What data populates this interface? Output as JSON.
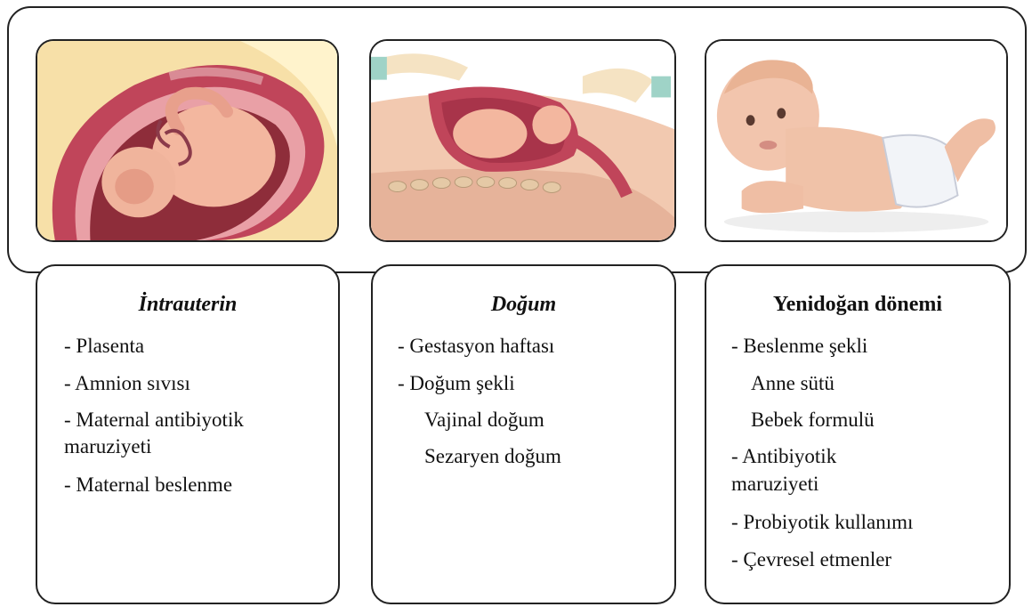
{
  "columns": [
    {
      "title": "İntrauterin",
      "title_italic": true,
      "image": "fetus-in-uterus-illustration",
      "items": [
        "- Plasenta",
        "- Amnion sıvısı",
        "- Maternal antibiyotik",
        "maruziyeti",
        "- Maternal beslenme"
      ]
    },
    {
      "title": "Doğum",
      "title_italic": true,
      "image": "vaginal-birth-illustration",
      "items": [
        "- Gestasyon haftası",
        "- Doğum şekli",
        "Vajinal doğum",
        "Sezaryen doğum"
      ]
    },
    {
      "title": "Yenidoğan dönemi",
      "title_italic": false,
      "image": "crawling-baby-illustration",
      "items": [
        "- Beslenme şekli",
        "Anne sütü",
        "Bebek formulü",
        "- Antibiyotik",
        "maruziyeti",
        "-  Probiyotik kullanımı",
        "- Çevresel etmenler"
      ]
    }
  ],
  "colors": {
    "border": "#222222",
    "uterus": "#c0455a",
    "skin": "#f0b49c",
    "background": "#ffffff"
  }
}
